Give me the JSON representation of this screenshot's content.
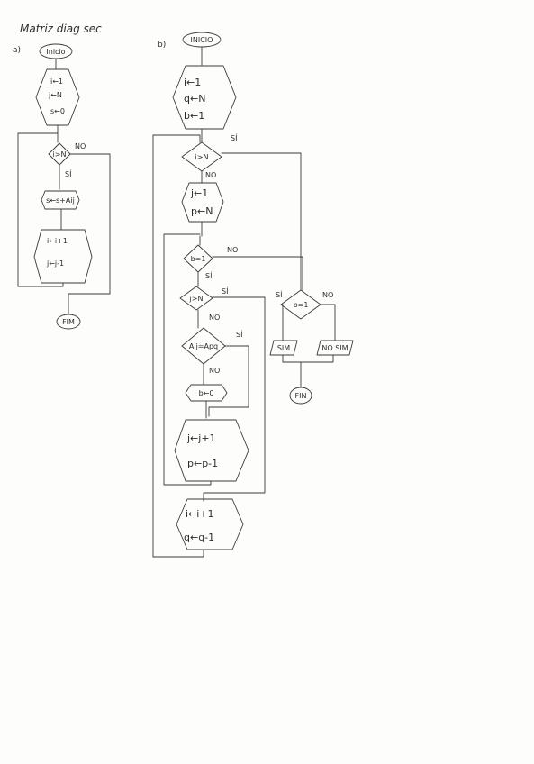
{
  "page_title": "Matriz diag sec",
  "part_a": {
    "label": "a)",
    "start": "Inicio",
    "init": [
      "i←1",
      "j←N",
      "s←0"
    ],
    "cond": "i>N",
    "cond_yes": "NO",
    "cond_no": "SÍ",
    "process": "s←s+Aij",
    "update": [
      "i←i+1",
      "j←j-1"
    ],
    "end": "FIM"
  },
  "part_b": {
    "label": "b)",
    "start": "INICIO",
    "init": [
      "i←1",
      "q←N",
      "b←1"
    ],
    "cond_outer": "i>N",
    "cond_outer_yes": "SÍ",
    "cond_outer_no": "NO",
    "init_inner": [
      "j←1",
      "p←N"
    ],
    "cond_b": "b=1",
    "cond_b_no": "NO",
    "cond_b_yes": "SÍ",
    "cond_j": "j>N",
    "cond_j_yes": "SÍ",
    "cond_j_no": "NO",
    "cond_eq": "Aij=Apq",
    "cond_eq_yes": "SÍ",
    "cond_eq_no": "NO",
    "set_b": "b←0",
    "update_inner": [
      "j←j+1",
      "p←p-1"
    ],
    "update_outer": [
      "i←i+1",
      "q←q-1"
    ],
    "final_cond": "b=1",
    "final_yes_label": "SÍ",
    "final_no_label": "NO",
    "out_yes": "SIM",
    "out_no": "NO SIM",
    "end": "FIN"
  }
}
